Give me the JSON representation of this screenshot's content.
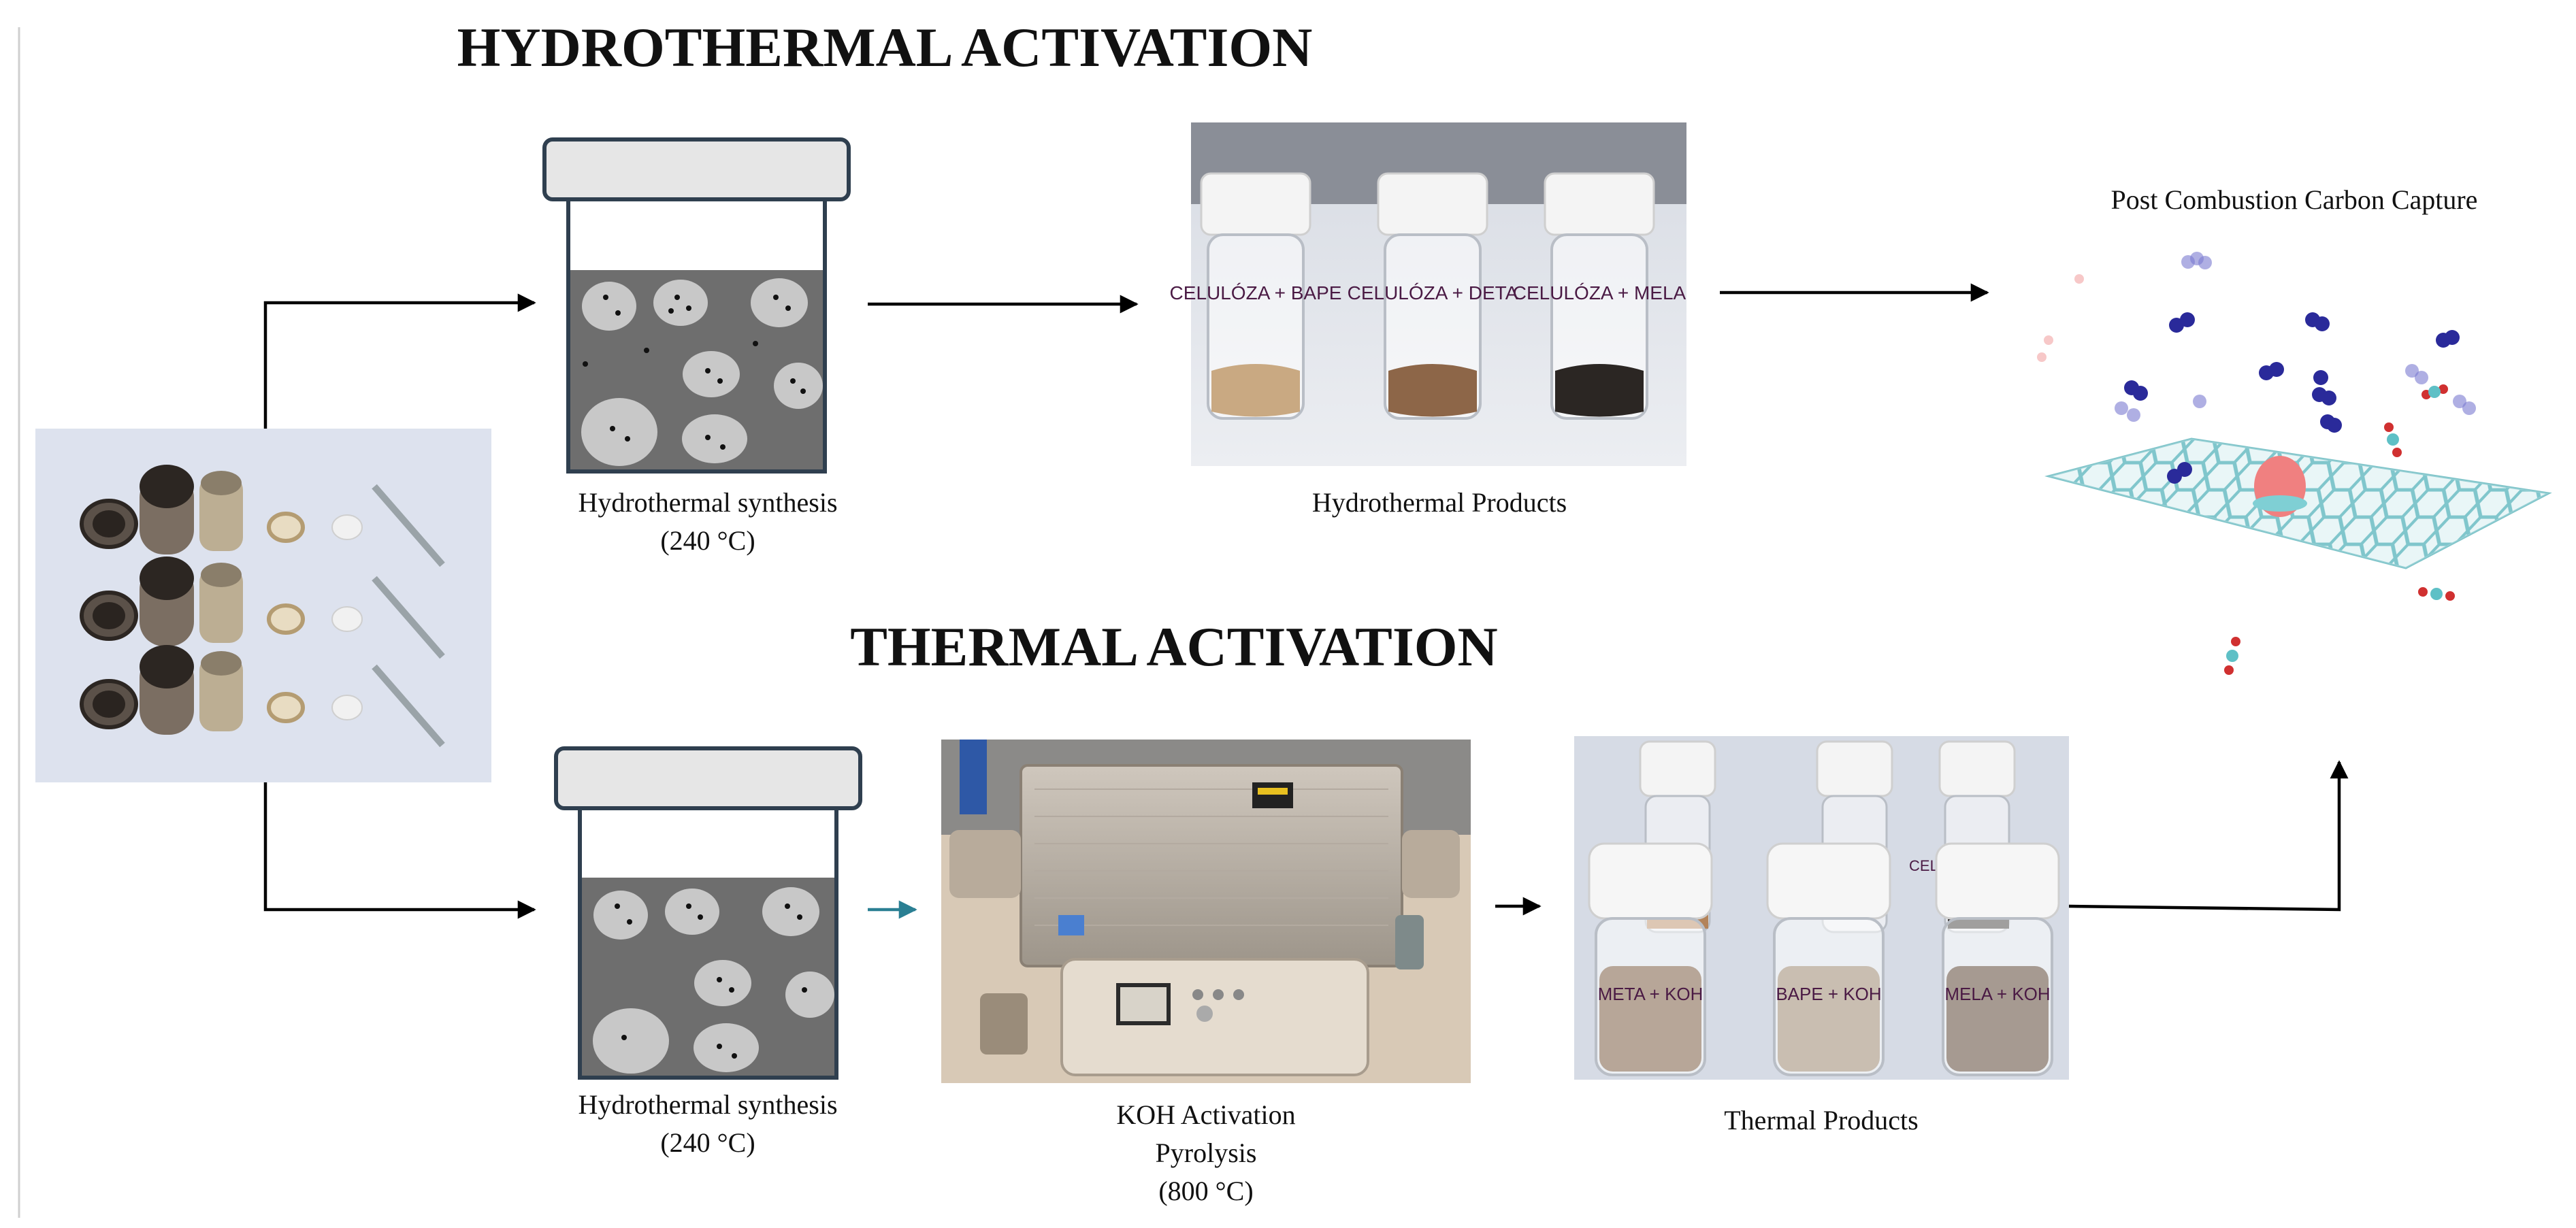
{
  "headings": {
    "hydrothermal": "HYDROTHERMAL ACTIVATION",
    "thermal": "THERMAL  ACTIVATION"
  },
  "captions": {
    "hydro_synthesis_line1": "Hydrothermal synthesis",
    "hydro_synthesis_line2": "(240 °C)",
    "hydro_products": "Hydrothermal Products",
    "capture": "Post Combustion Carbon Capture",
    "thermal_synthesis_line1": "Hydrothermal synthesis",
    "thermal_synthesis_line2": "(240 °C)",
    "koh_line1": "KOH Activation",
    "koh_line2": "Pyrolysis",
    "koh_line3": "(800 °C)",
    "thermal_products": "Thermal Products"
  },
  "vial_labels": {
    "hydro": [
      "CELULÓZA + BAPE",
      "CELULÓZA + DETA",
      "CELULÓZA + MELA"
    ],
    "thermal_front": [
      "META + KOH",
      "BAPE + KOH",
      "MELA + KOH"
    ],
    "thermal_back": [
      "",
      "",
      "CELULÓZA + MELA"
    ]
  },
  "colors": {
    "arrow": "#000000",
    "arrow_teal": "#2a7f93",
    "reactor_fill": "#6e6e6e",
    "reactor_cap": "#e6e6e6",
    "reactor_stroke": "#2f3f4f",
    "particle": "#c8c8c8",
    "graphene": "#8fd0d4"
  },
  "icons": {
    "autoclave_photo": "autoclave-parts-photo",
    "reactor": "reactor-vessel-icon",
    "furnace": "tube-furnace-photo",
    "vials": "sample-vials-photo",
    "graphene": "graphene-co2-capture-icon"
  }
}
